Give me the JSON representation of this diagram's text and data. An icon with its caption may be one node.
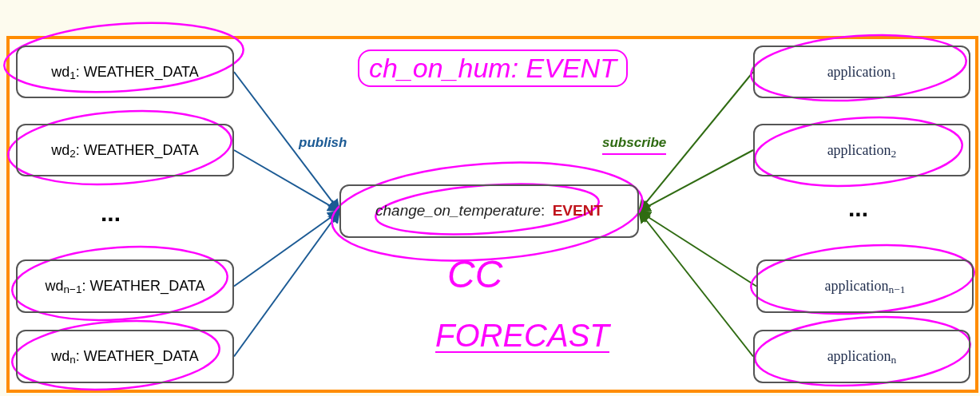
{
  "diagram": {
    "nodes": [
      {
        "text": [
          "wd$_{1}$: WEATHER_DATA"
        ]
      },
      {
        "text": [
          "wd$_{2}$: WEATHER_DATA"
        ]
      },
      {
        "text": [
          "wd$_{n−1}$: WEATHER_DATA"
        ]
      },
      {
        "text": [
          "wd$_{n}$: WEATHER_DATA"
        ]
      },
      {
        "text": [
          "*change_on_temperature*: **EVENT**"
        ]
      },
      {
        "text": [
          "application$_{1}$"
        ]
      },
      {
        "text": [
          "application$_{2}$"
        ]
      },
      {
        "text": [
          "application$_{n−1}$"
        ]
      },
      {
        "text": [
          "application$_{n}$"
        ]
      }
    ],
    "edges": [
      {
        "from": 0,
        "to": 4,
        "arrow": "to",
        "color": "#1b5a94"
      },
      {
        "from": 1,
        "to": 4,
        "arrow": "to",
        "color": "#1b5a94"
      },
      {
        "from": 2,
        "to": 4,
        "arrow": "to",
        "color": "#1b5a94"
      },
      {
        "from": 3,
        "to": 4,
        "arrow": "to",
        "color": "#1b5a94"
      },
      {
        "from": 5,
        "to": 4,
        "arrow": "to",
        "color": "#2f6b12"
      },
      {
        "from": 6,
        "to": 4,
        "arrow": "to",
        "color": "#2f6b12"
      },
      {
        "from": 7,
        "to": 4,
        "arrow": "to",
        "color": "#2f6b12"
      },
      {
        "from": 8,
        "to": 4,
        "arrow": "to",
        "color": "#2f6b12"
      }
    ],
    "labels": [
      "ch_on_hum: EVENT",
      "publish",
      "subscribe",
      "...",
      "...",
      "CC",
      "FORECAST"
    ]
  }
}
